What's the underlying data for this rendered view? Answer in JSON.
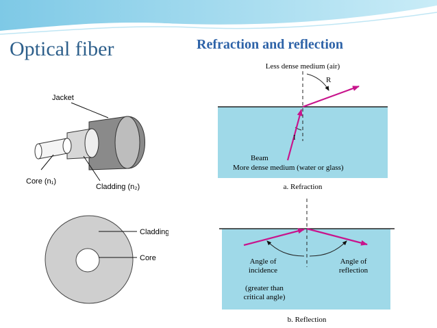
{
  "slide": {
    "title": "Optical fiber",
    "subtitle": "Refraction and reflection"
  },
  "fiber_side": {
    "jacket": "Jacket",
    "core": "Core (n₁)",
    "cladding": "Cladding (n₂)"
  },
  "fiber_cross": {
    "cladding": "Cladding",
    "core": "Core"
  },
  "refraction": {
    "top_medium": "Less dense medium (air)",
    "angle_r": "R",
    "angle_i": "I",
    "beam": "Beam",
    "bottom_medium": "More dense medium (water or glass)",
    "caption": "a. Refraction"
  },
  "reflection": {
    "incidence_line1": "Angle of",
    "incidence_line2": "incidence",
    "reflection_line1": "Angle of",
    "reflection_line2": "reflection",
    "note_line1": "(greater than",
    "note_line2": "critical angle)",
    "caption": "b. Reflection"
  },
  "colors": {
    "accent_pink": "#c8148c",
    "water_blue": "#9fd9e8",
    "title_blue": "#2d5f8b"
  }
}
